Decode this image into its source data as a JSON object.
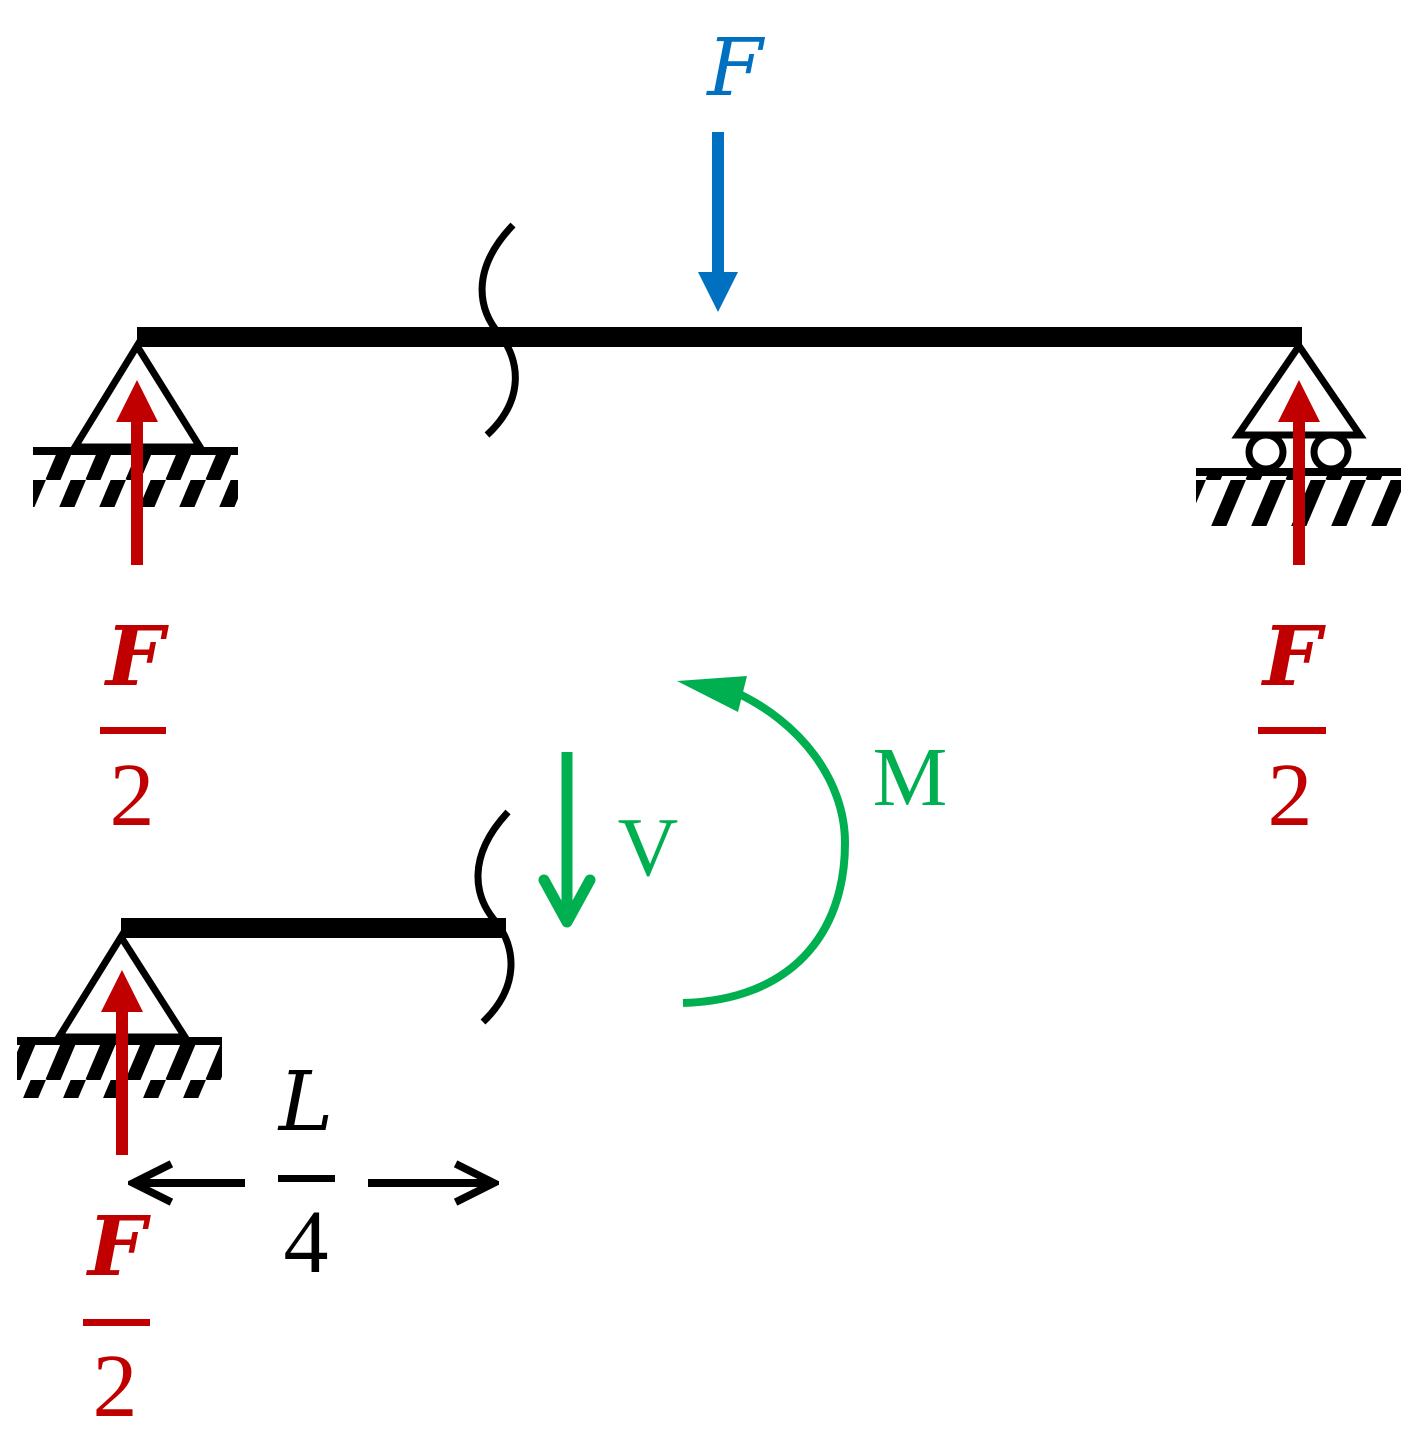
{
  "colors": {
    "beam": "#000000",
    "applied_load": "#0070C0",
    "reaction": "#C00000",
    "internal": "#00B050"
  },
  "full_beam": {
    "load_label": "F",
    "left_reaction": {
      "numerator": "F",
      "denominator": "2"
    },
    "right_reaction": {
      "numerator": "F",
      "denominator": "2"
    },
    "left_support": "pin-support",
    "right_support": "roller-support"
  },
  "section_beam": {
    "shear_label": "V",
    "moment_label": "M",
    "reaction": {
      "numerator": "F",
      "denominator": "2"
    },
    "distance": {
      "numerator": "L",
      "denominator": "4"
    },
    "support": "pin-support"
  }
}
